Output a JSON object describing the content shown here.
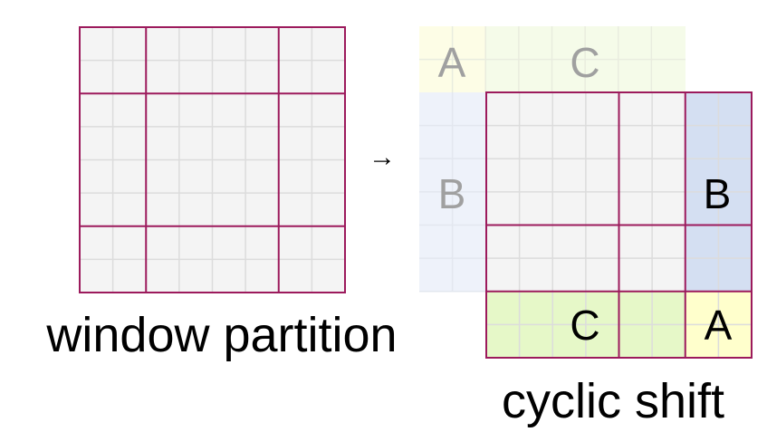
{
  "left_panel": {
    "caption": "window partition",
    "grid_cells": 8,
    "window_boundaries": [
      2,
      6
    ]
  },
  "arrow_glyph": "→",
  "right_panel": {
    "caption": "cyclic shift",
    "grid_cells": 8,
    "window_boundaries": [
      4,
      6
    ],
    "region_labels": {
      "ghost_a": "A",
      "ghost_c": "C",
      "ghost_b": "B",
      "shifted_b": "B",
      "shifted_c": "C",
      "shifted_a": "A"
    }
  },
  "colors": {
    "window_border": "#9c1a5c",
    "grid_line": "#dcdcdc",
    "cell_fill": "#f4f4f4",
    "region_a": "#ffffcc",
    "region_b": "#d4dff2",
    "region_c": "#e6f8c8",
    "ghost_a": "#fdfde6",
    "ghost_b": "#eef2fa",
    "ghost_c": "#f5fbe9",
    "ghost_text": "#a0a0a0",
    "text": "#000000"
  }
}
